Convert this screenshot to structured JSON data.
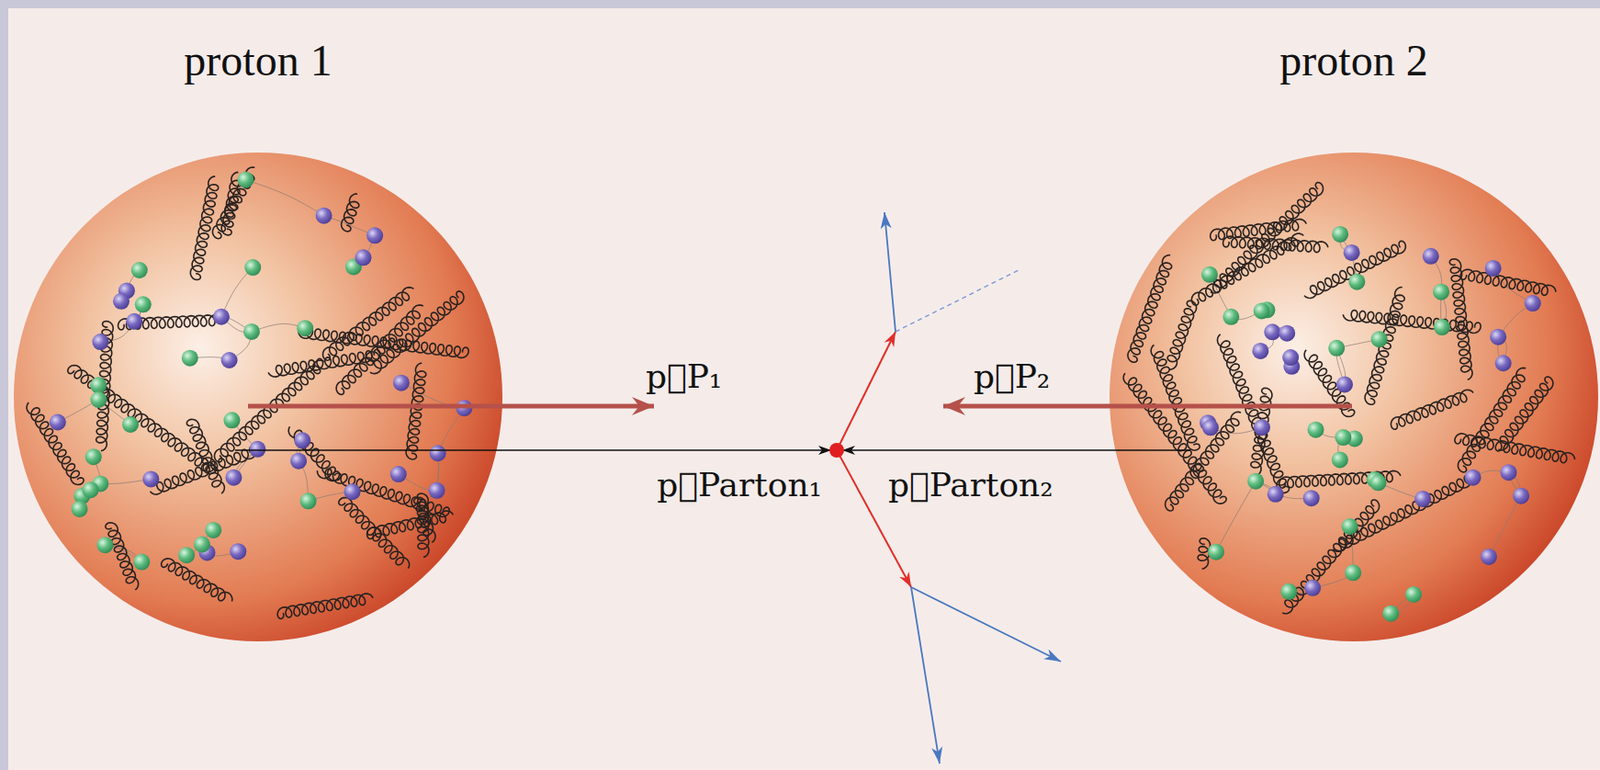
{
  "diagram": {
    "nodes": [
      {
        "text": [
          "proton 1"
        ]
      },
      {
        "text": [
          "proton 2"
        ]
      }
    ],
    "labels": [
      "p⃗P₁",
      "p⃗P₂",
      "p⃗Parton₁",
      "p⃗Parton₂"
    ]
  }
}
